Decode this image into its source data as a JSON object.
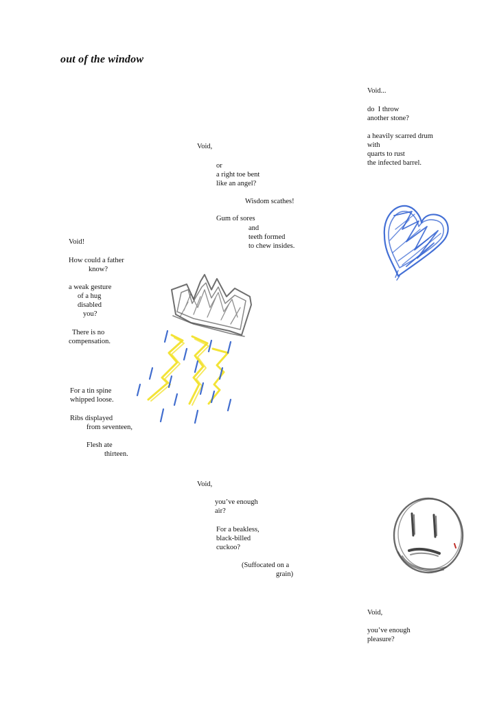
{
  "document": {
    "title": "out of the window",
    "poem": {
      "col_right_top": {
        "l1": "Void...",
        "l2": "do  I throw",
        "l3": "another stone?",
        "l4": "a heavily scarred drum",
        "l5": "with",
        "l6": "quarts to rust",
        "l7": "the infected barrel."
      },
      "col_middle_top": {
        "l1": "Void,",
        "l2": "or",
        "l3": "a right toe bent",
        "l4": "like an angel?",
        "l5": "Wisdom scathes!",
        "l6": "Gum of sores",
        "l7": "and",
        "l8": "teeth formed",
        "l9": "to chew insides."
      },
      "col_left": {
        "l1": "Void!",
        "l2": "How could a father",
        "l3": "know?",
        "l4": "a weak gesture",
        "l5": "of a hug",
        "l6": "disabled",
        "l7": "you?",
        "l8": "There is no",
        "l9": "compensation.",
        "l10": "For a tin spine",
        "l11": "whipped loose.",
        "l12": "Ribs displayed",
        "l13": "from seventeen,",
        "l14": "Flesh ate",
        "l15": "thirteen."
      },
      "col_middle_bottom": {
        "l1": "Void,",
        "l2": "you’ve enough",
        "l3": "air?",
        "l4": "For a beakless,",
        "l5": "black-billed",
        "l6": "cuckoo?",
        "l7": "(Suffocated on a",
        "l8": "grain)"
      },
      "col_right_bottom": {
        "l1": "Void,",
        "l2": "you’ve enough",
        "l3": "pleasure?"
      }
    },
    "drawings": {
      "heart_color": "#2f5fd0",
      "cloud_color": "#555555",
      "lightning_color": "#f2e020",
      "rain_color": "#2d5ec9",
      "face_color": "#444444",
      "face_accent": "#c0302a"
    }
  }
}
